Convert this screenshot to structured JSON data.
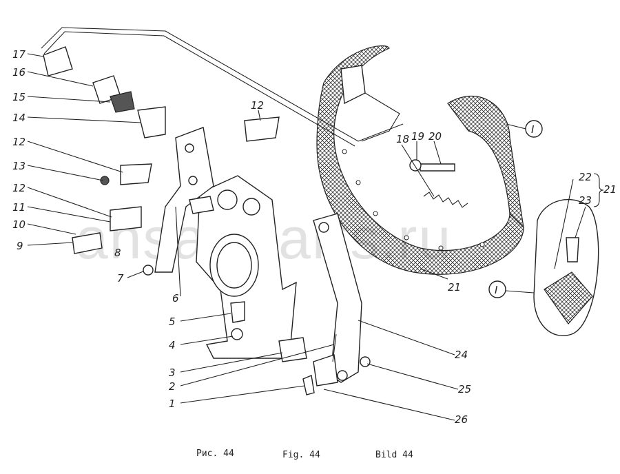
{
  "labels": {
    "n1": "1",
    "n2": "2",
    "n3": "3",
    "n4": "4",
    "n5": "5",
    "n6": "6",
    "n7": "7",
    "n8": "8",
    "n9": "9",
    "n10": "10",
    "n11": "11",
    "n12a": "12",
    "n12b": "12",
    "n12c": "12",
    "n13": "13",
    "n14": "14",
    "n15": "15",
    "n16": "16",
    "n17": "17",
    "n18": "18",
    "n19": "19",
    "n20": "20",
    "n21a": "21",
    "n21b": "21",
    "n22": "22",
    "n23": "23",
    "n24": "24",
    "n25": "25",
    "n26": "26",
    "detailA": "I",
    "detailB": "I"
  },
  "captions": {
    "ru": "Рис. 44",
    "en": "Fig. 44",
    "de": "Bild 44"
  },
  "watermark": "ansat-parts.ru"
}
